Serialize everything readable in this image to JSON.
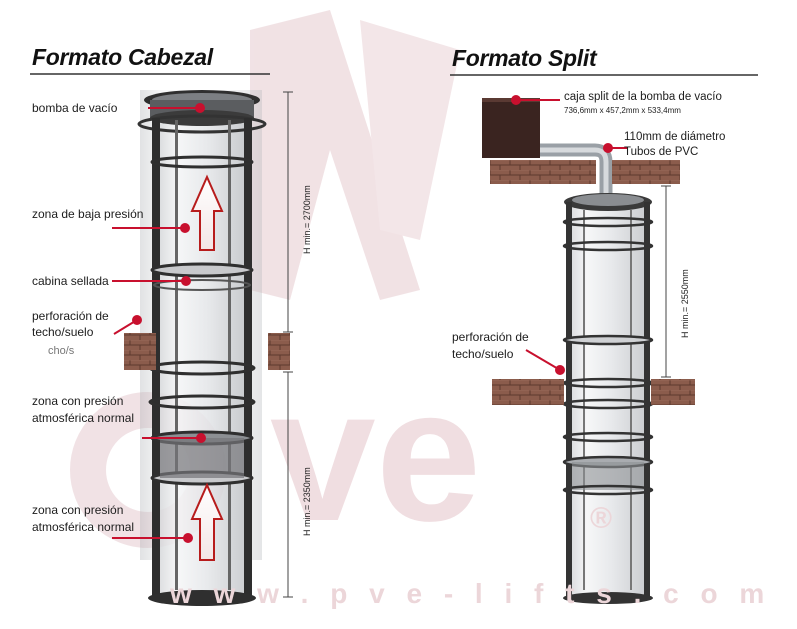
{
  "left": {
    "title": "Formato Cabezal",
    "labels": {
      "pump": "bomba de vacío",
      "low_pressure": "zona de baja presión",
      "cabin": "cabina sellada",
      "perforation_1": "perforación de",
      "perforation_2": "techo/suelo",
      "perforation_ghost": "cho/s",
      "atm_upper_1": "zona con presión",
      "atm_upper_2": "atmosférica normal",
      "atm_lower_1": "zona con presión",
      "atm_lower_2": "atmosférica normal"
    },
    "dims": {
      "upper": "H min.=  2700mm",
      "lower": "H min.=  2350mm"
    }
  },
  "right": {
    "title": "Formato Split",
    "labels": {
      "box": "caja split de la bomba de vacío",
      "box_size": "736,6mm x 457,2mm x 533,4mm",
      "diameter": "110mm de diámetro",
      "pipes": "Tubos de PVC",
      "perforation_1": "perforación de",
      "perforation_2": "techo/suelo"
    },
    "dims": {
      "height": "H min.=  2550mm"
    }
  },
  "watermark": {
    "url": "w w w . p v e - l i f t s . c o m",
    "registered": "®"
  },
  "colors": {
    "accent_red": "#c8102e",
    "brick": "#8a5a4a",
    "tube_frame": "#3a3a3a",
    "watermark": "#ecd6d9"
  }
}
